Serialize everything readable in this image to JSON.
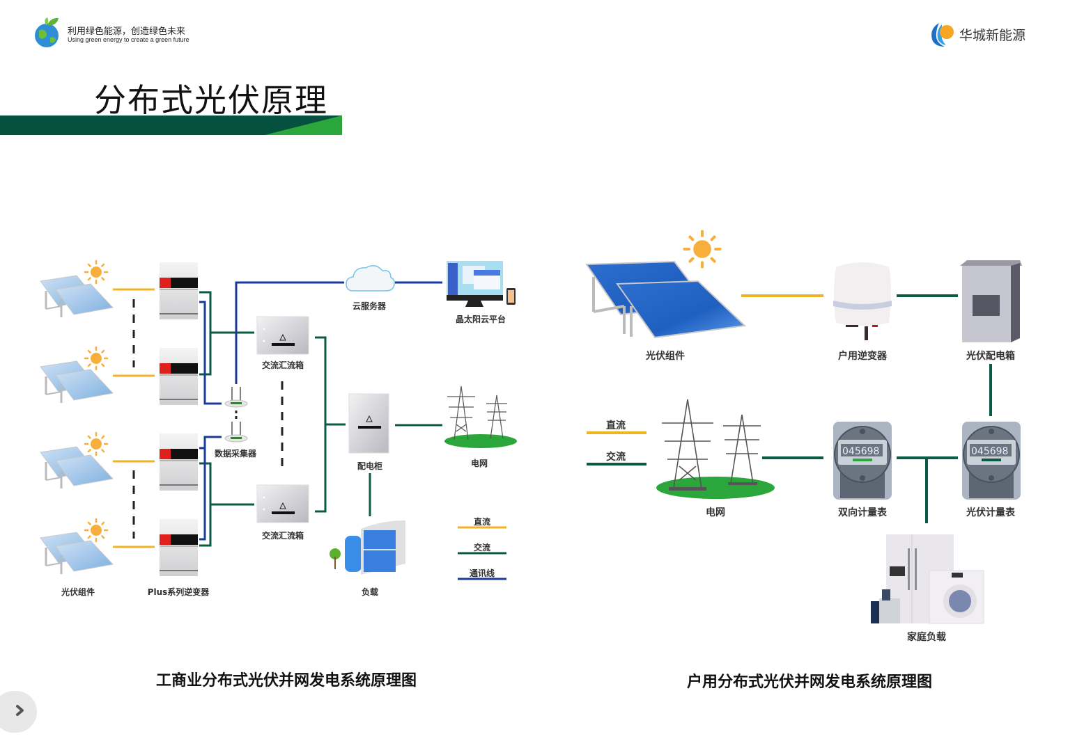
{
  "header": {
    "slogan_cn": "利用绿色能源，创造绿色未来",
    "slogan_en": "Using green energy to create a green future",
    "brand_name": "华城新能源",
    "page_title": "分布式光伏原理",
    "colors": {
      "title_bar": "#05503f",
      "title_bar_accent": "#2aa63a"
    }
  },
  "left_diagram": {
    "caption": "工商业分布式光伏并网发电系统原理图",
    "labels": {
      "pv_modules": "光伏组件",
      "inverters": "Plus系列逆变器",
      "data_collector": "数据采集器",
      "ac_combiner_1": "交流汇流箱",
      "ac_combiner_2": "交流汇流箱",
      "cloud_server": "云服务器",
      "cloud_platform": "晶太阳云平台",
      "distribution_cabinet": "配电柜",
      "grid": "电网",
      "load": "负载"
    },
    "legend": [
      {
        "label": "直流",
        "color": "#f0b323"
      },
      {
        "label": "交流",
        "color": "#0b5a45"
      },
      {
        "label": "通讯线",
        "color": "#1a3a9a"
      }
    ]
  },
  "right_diagram": {
    "caption": "户用分布式光伏并网发电系统原理图",
    "labels": {
      "pv_modules": "光伏组件",
      "home_inverter": "户用逆变器",
      "pv_distribution_box": "光伏配电箱",
      "grid": "电网",
      "bidirectional_meter": "双向计量表",
      "pv_meter": "光伏计量表",
      "household_load": "家庭负载"
    },
    "meter_readings": {
      "bidirectional_meter": "045698",
      "pv_meter": "045698"
    },
    "legend": [
      {
        "label": "直流",
        "color": "#f0b323"
      },
      {
        "label": "交流",
        "color": "#0b5a45"
      }
    ]
  },
  "navigation": {
    "next_icon": "chevron-right-icon"
  }
}
